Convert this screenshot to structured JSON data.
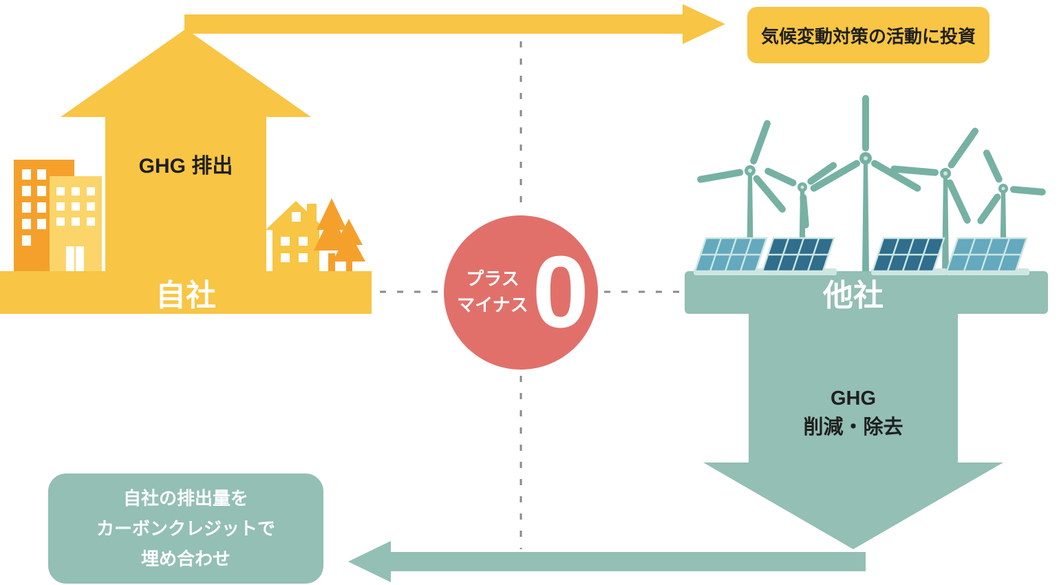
{
  "colors": {
    "background": "#FFFFFF",
    "yellow": "#F8C544",
    "yellow_light": "#FBD56A",
    "orange": "#F5A02B",
    "teal": "#93BFB4",
    "turbine": "#76B1A4",
    "red": "#E1706A",
    "panel_dark": "#2F6E8C",
    "panel_light": "#64A9BE",
    "panel_frame": "#CDE6E1",
    "dash": "#8A8A8A",
    "text_dark": "#1F1F1F",
    "white": "#FFFFFF"
  },
  "invest_box": {
    "label": "気候変動対策の活動に投資"
  },
  "own_company": {
    "arrow_label": "GHG 排出",
    "base_label": "自社"
  },
  "net_zero": {
    "line1": "プラス",
    "line2": "マイナス",
    "zero": "0"
  },
  "other_company": {
    "base_label": "他社",
    "arrow_label_line1": "GHG",
    "arrow_label_line2": "削減・除去"
  },
  "offset_box": {
    "line1": "自社の排出量を",
    "line2": "カーボンクレジットで",
    "line3": "埋め合わせ"
  }
}
